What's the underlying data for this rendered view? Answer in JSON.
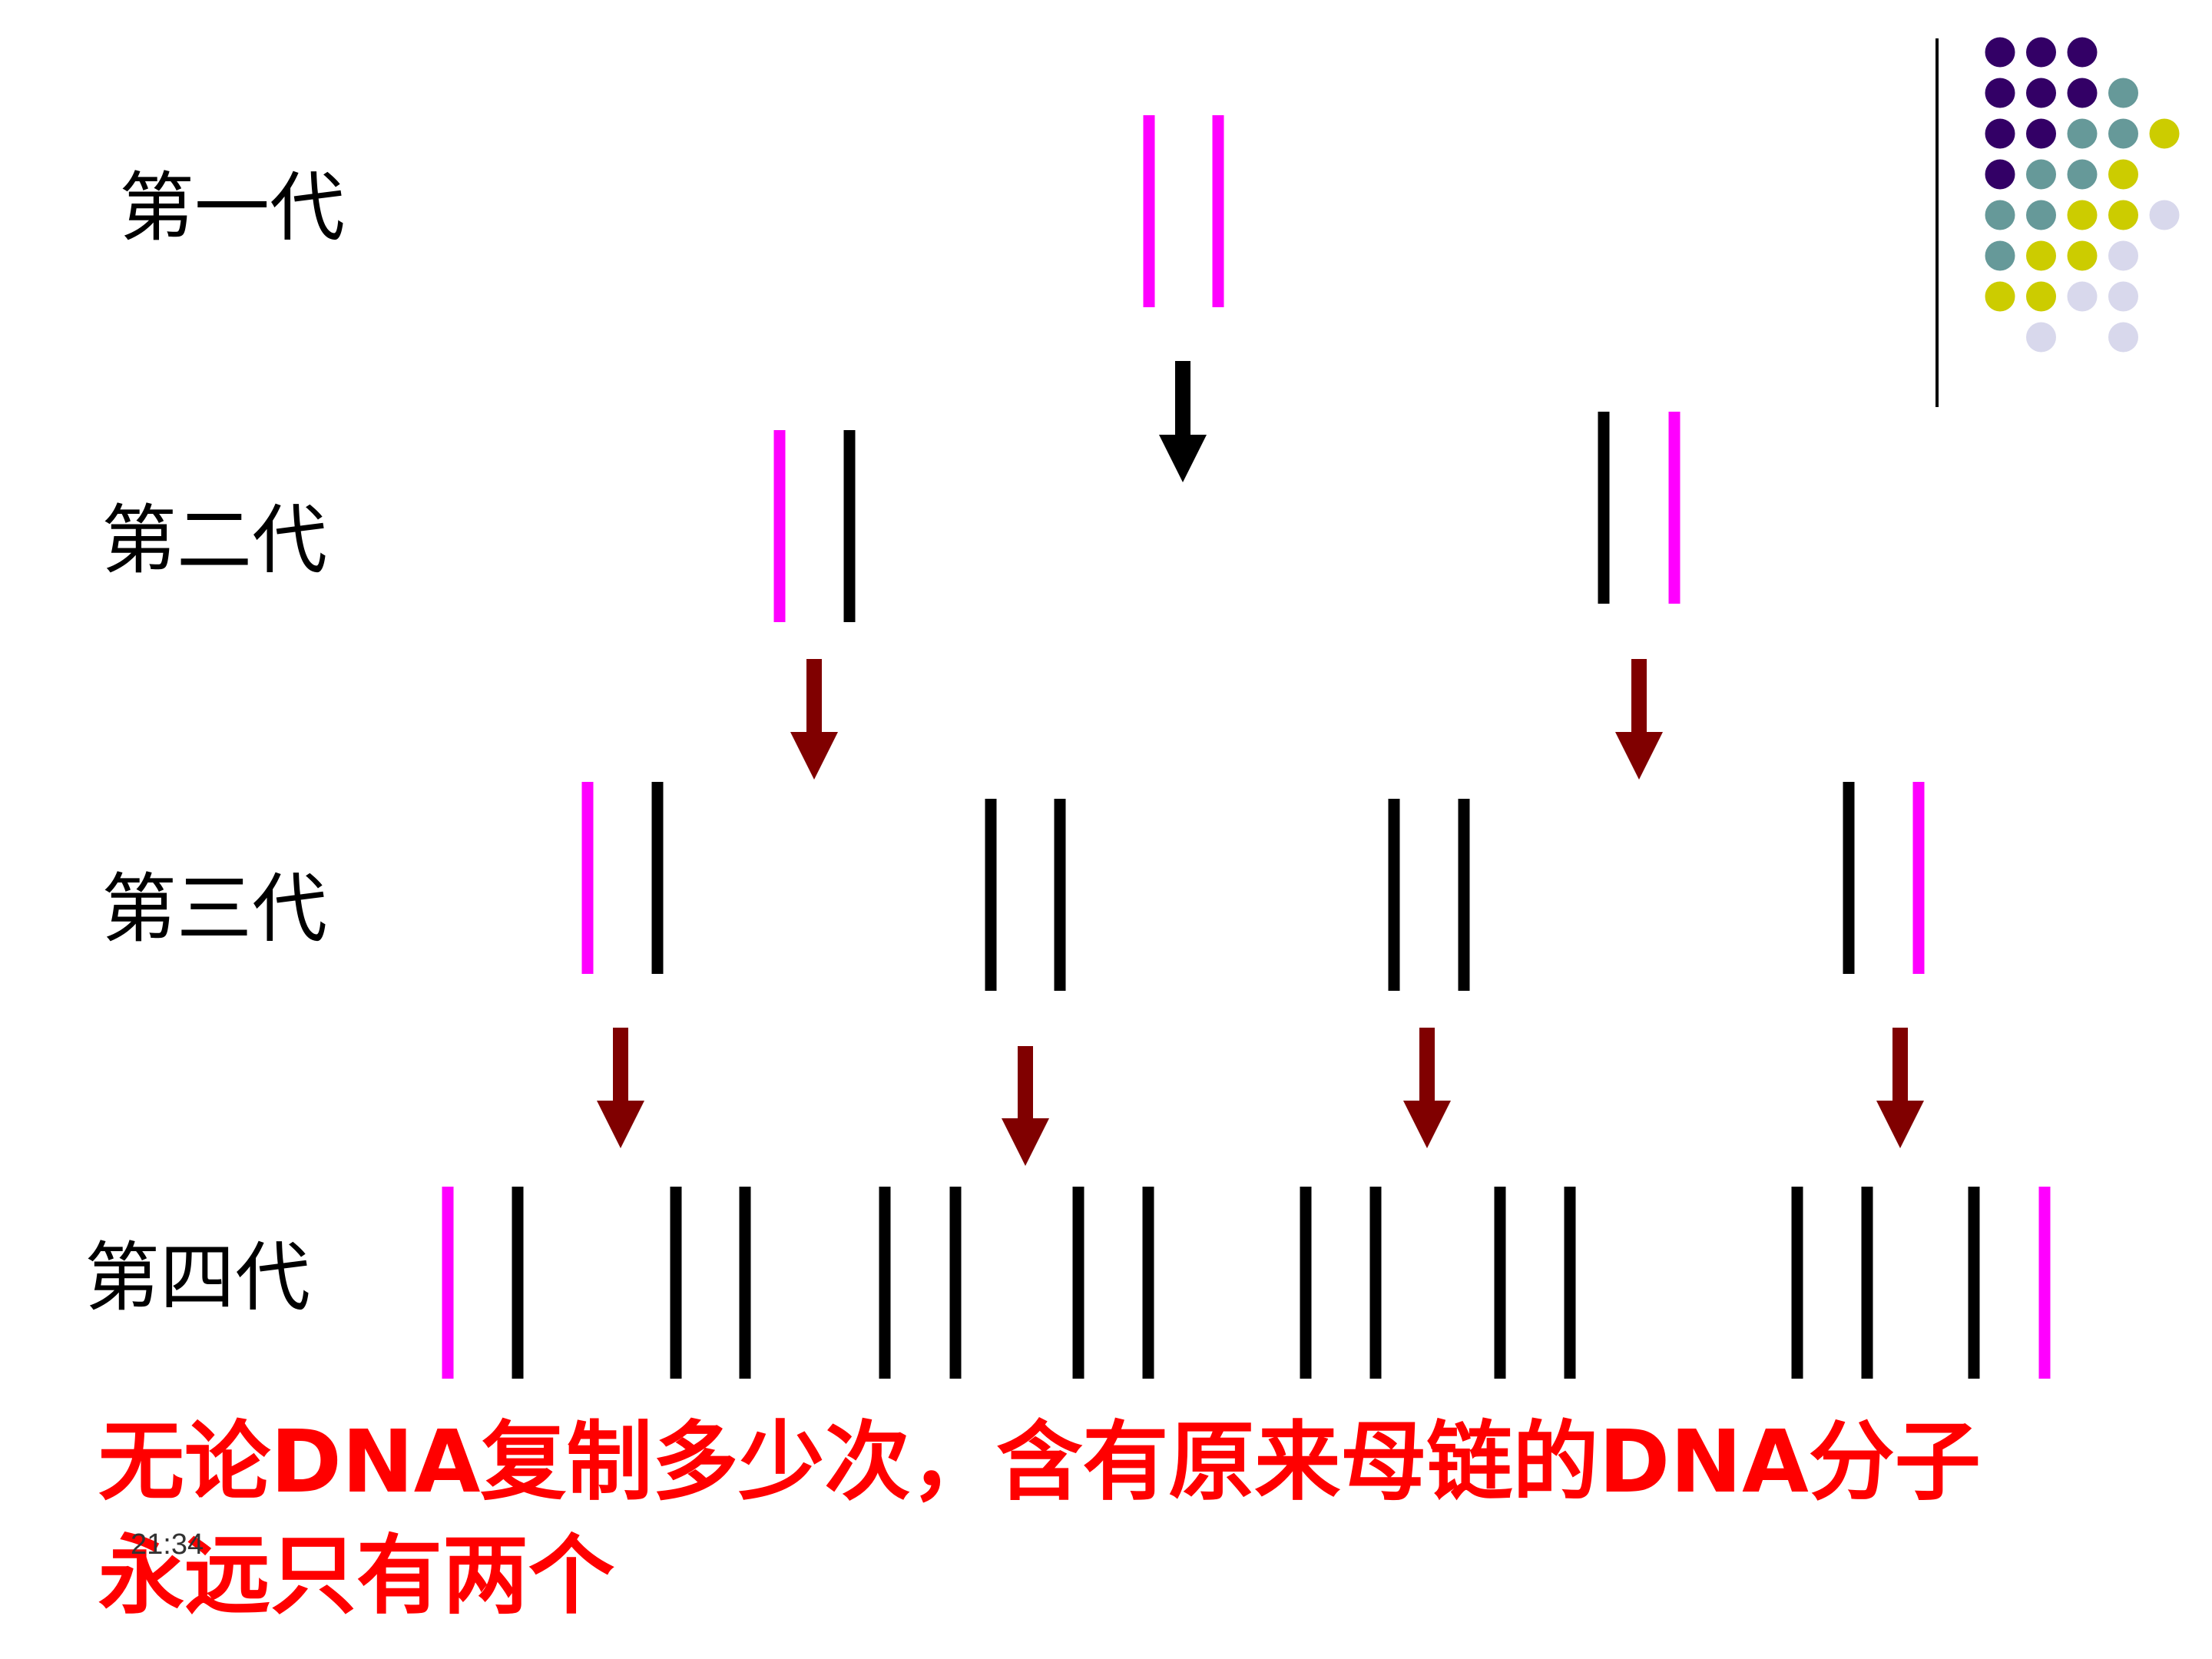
{
  "generations": [
    "第一代",
    "第二代",
    "第三代",
    "第四代"
  ],
  "strands": [
    [
      "new-a",
      "new-b"
    ],
    [
      "new",
      "old",
      "old",
      "new"
    ],
    [
      "new",
      "old",
      "old",
      "old",
      "old",
      "old",
      "old",
      "new"
    ],
    [
      "new",
      "old",
      "old",
      "old",
      "old",
      "old",
      "old",
      "old",
      "old",
      "old",
      "old",
      "old",
      "old",
      "old",
      "old",
      "new"
    ]
  ],
  "colors": {
    "parent_strand": "#ff00ff",
    "new_strand": "#000000",
    "arrow_first": "#000000",
    "arrow": "#800000",
    "caption": "#ff0000",
    "dots": [
      "#330066",
      "#669999",
      "#cccc00",
      "#d8d8ec"
    ]
  },
  "caption": {
    "line1": "无论DNA复制多少次，含有原来母链的DNA分子",
    "line2": "永远只有两个"
  },
  "time": "21:34"
}
